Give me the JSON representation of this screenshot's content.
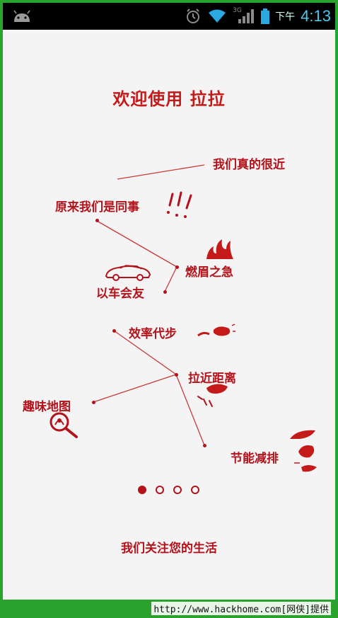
{
  "status_bar": {
    "ampm": "下午",
    "time": "4:13",
    "icons": [
      "android-icon",
      "alarm-icon",
      "wifi-icon",
      "signal-icon",
      "battery-icon"
    ],
    "network_badge": "3G"
  },
  "welcome": {
    "title": "欢迎使用 拉拉"
  },
  "features": {
    "near": "我们真的很近",
    "colleague": "原来我们是同事",
    "urgent": "燃眉之急",
    "car_friends": "以车会友",
    "efficiency": "效率代步",
    "closer": "拉近距离",
    "map": "趣味地图",
    "eco": "节能减排"
  },
  "pager": {
    "count": 4,
    "active_index": 0
  },
  "footer": {
    "tagline": "我们关注您的生活"
  },
  "watermark": {
    "text": "http://www.hackhome.com[网侠]提供"
  },
  "colors": {
    "accent_red": "#b3121b",
    "status_time": "#49c8f0",
    "background": "#f4f4f4",
    "frame_green": "#29a52f"
  }
}
